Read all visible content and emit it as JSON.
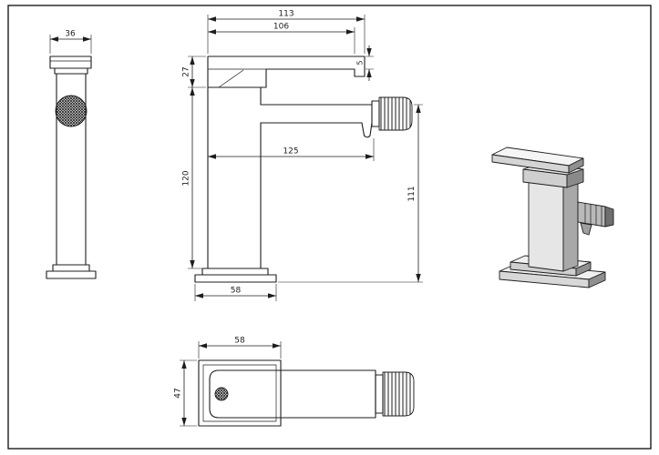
{
  "drawing": {
    "colors": {
      "line": "#1d1d1d",
      "background": "#ffffff"
    },
    "dims": {
      "side_handle_width": "36",
      "front_overall_width": "113",
      "front_lever_length": "106",
      "front_head_height": "27",
      "front_lever_thickness": "5",
      "front_body_height": "120",
      "front_spout_reach": "125",
      "front_outlet_height": "111",
      "front_base_width": "58",
      "plan_base_width": "58",
      "plan_base_depth": "47"
    }
  }
}
